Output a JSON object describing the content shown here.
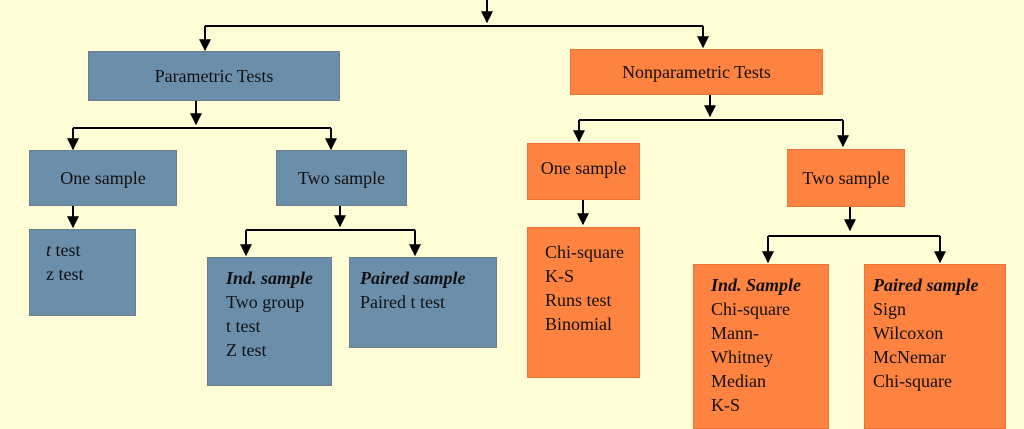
{
  "parametric": {
    "title": "Parametric Tests",
    "one_sample": {
      "title": "One sample",
      "tests_line1_italic": "t",
      "tests_line1_rest": "test",
      "tests_line2": "z test"
    },
    "two_sample": {
      "title": "Two sample",
      "independent": {
        "title": "Ind. sample",
        "items": [
          "Two group",
          "t test",
          "Z test"
        ]
      },
      "paired": {
        "title": "Paired sample",
        "items": [
          "Paired t test"
        ]
      }
    }
  },
  "nonparametric": {
    "title": "Nonparametric Tests",
    "one_sample": {
      "title": "One sample",
      "items": [
        "Chi-square",
        "K-S",
        "Runs test",
        "Binomial"
      ]
    },
    "two_sample": {
      "title": "Two sample",
      "independent": {
        "title": "Ind. Sample",
        "items": [
          "Chi-square",
          "Mann-",
          "Whitney",
          "Median",
          "K-S"
        ]
      },
      "paired": {
        "title": "Paired sample",
        "items": [
          "Sign",
          "Wilcoxon",
          "McNemar",
          "Chi-square"
        ]
      }
    }
  },
  "colors": {
    "parametric": "#6b8fab",
    "nonparametric": "#fe8240",
    "background": "#fefdd6"
  }
}
